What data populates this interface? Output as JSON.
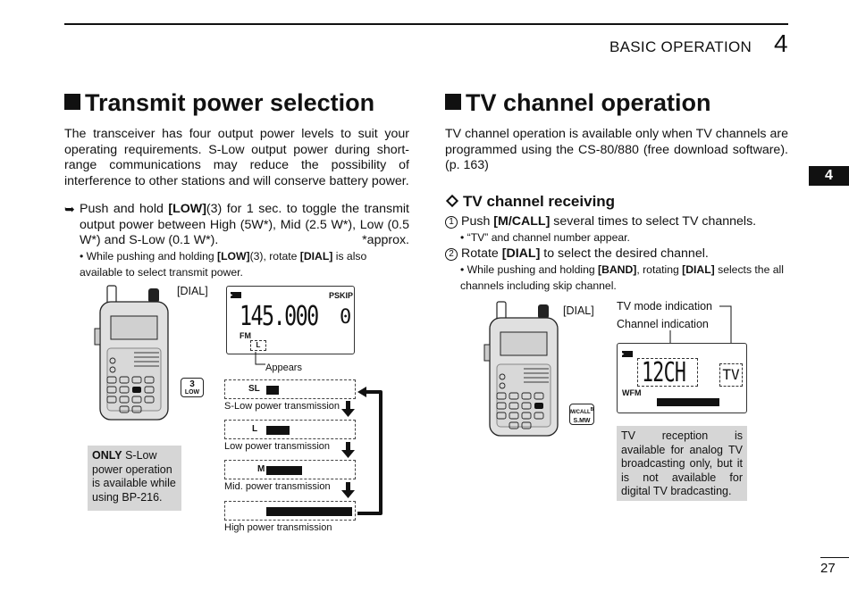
{
  "header": {
    "title": "BASIC OPERATION",
    "chapter": "4"
  },
  "side_tab": "4",
  "page_number": "27",
  "left": {
    "title": "Transmit power selection",
    "intro": "The transceiver has four output power levels to suit your operating requirements. S-Low output power during short-range communications may reduce the possibility of interference to other stations and will conserve battery power.",
    "step": {
      "prefix": "Push and hold ",
      "key": "[LOW]",
      "text": "(3) for 1 sec. to toggle the transmit output power between High (5W*), Mid (2.5 W*), Low (0.5 W*) and S-Low (0.1 W*).",
      "approx": "*approx."
    },
    "bullet": {
      "a": "While pushing and holding ",
      "k1": "[LOW]",
      "b": "(3), rotate ",
      "k2": "[DIAL]",
      "c": " is also available to select transmit power."
    },
    "dial_label": "[DIAL]",
    "key_label": {
      "num": "3",
      "name": "LOW"
    },
    "lcd": {
      "freq": "145.000",
      "pskip": "PSKIP",
      "ch": "0",
      "mode": "FM",
      "power": "L"
    },
    "appears": "Appears",
    "levels": [
      {
        "code": "SL",
        "caption": "S-Low power transmission"
      },
      {
        "code": "L",
        "caption": "Low power transmission"
      },
      {
        "code": "M",
        "caption": "Mid. power transmission"
      },
      {
        "code": "",
        "caption": "High power transmission"
      }
    ],
    "note": {
      "only": "ONLY",
      "rest": "S-Low power operation is available while using BP-216."
    }
  },
  "right": {
    "title": "TV channel operation",
    "intro": "TV channel operation is available only when TV channels are programmed using the CS-80/880 (free download software). (p. 163)",
    "subtitle": "TV channel receiving",
    "step1": {
      "num": "1",
      "a": "Push ",
      "key": "[M/CALL]",
      "b": " several times to select TV channels."
    },
    "bullet1": "“TV” and channel number appear.",
    "step2": {
      "num": "2",
      "a": "Rotate ",
      "key": "[DIAL]",
      "b": " to select the desired channel."
    },
    "bullet2": {
      "a": "While pushing and holding ",
      "k1": "[BAND]",
      "b": ", rotating ",
      "k2": "[DIAL]",
      "c": " selects the all channels including skip channel."
    },
    "dial_label": "[DIAL]",
    "tv_mode_label": "TV mode indication",
    "channel_label": "Channel indication",
    "lcd": {
      "ch": "12CH",
      "tv": "TV",
      "mode": "WFM"
    },
    "key_label": {
      "top": "M/CALL",
      "sup": "B",
      "bottom": "S.MW"
    },
    "note": "TV reception is available for analog TV broadcasting only, but it is not available for digital TV bradcasting."
  }
}
